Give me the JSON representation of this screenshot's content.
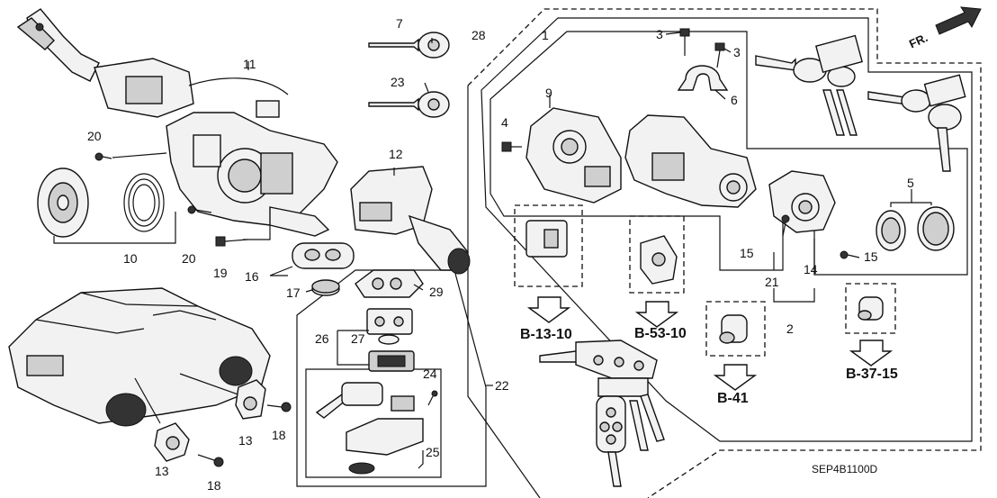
{
  "diagram_code": "SEP4B1100D",
  "direction_label": "FR.",
  "callouts": {
    "c1": "1",
    "c2": "2",
    "c3a": "3",
    "c3b": "3",
    "c4": "4",
    "c5": "5",
    "c6": "6",
    "c7": "7",
    "c9": "9",
    "c10": "10",
    "c11": "11",
    "c12": "12",
    "c13a": "13",
    "c13b": "13",
    "c14": "14",
    "c15a": "15",
    "c15b": "15",
    "c16": "16",
    "c17": "17",
    "c18a": "18",
    "c18b": "18",
    "c19": "19",
    "c20a": "20",
    "c20b": "20",
    "c21": "21",
    "c22": "22",
    "c23": "23",
    "c24": "24",
    "c25": "25",
    "c26": "26",
    "c27": "27",
    "c28": "28",
    "c29": "29"
  },
  "references": {
    "r1": "B-13-10",
    "r2": "B-53-10",
    "r3": "B-41",
    "r4": "B-37-15"
  }
}
